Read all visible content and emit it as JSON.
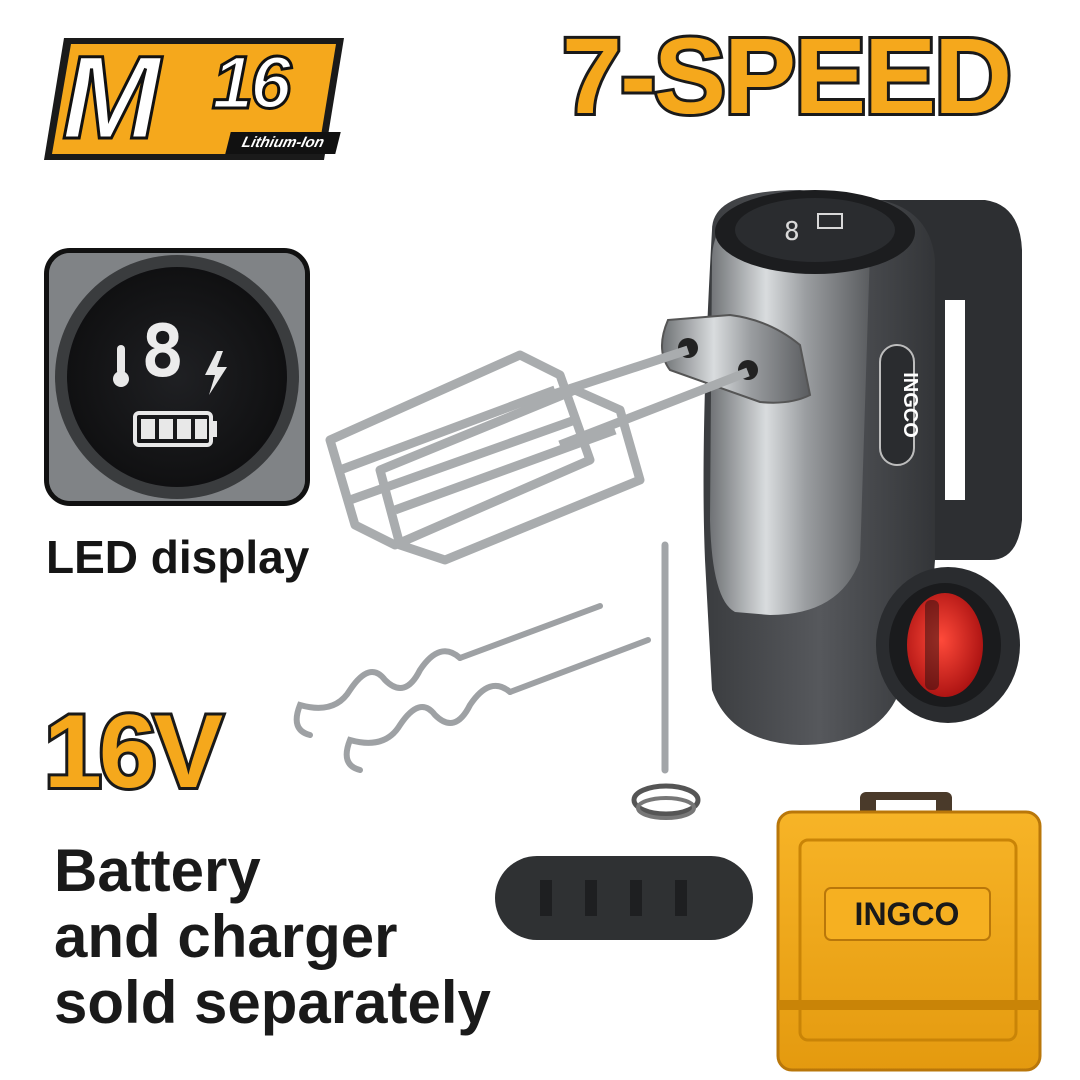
{
  "badge": {
    "series_letter": "M",
    "series_number": "16",
    "battery_type": "Lithium-Ion"
  },
  "headline": "7-SPEED",
  "voltage": "16V",
  "led": {
    "caption": "LED display",
    "digit": "8"
  },
  "note_lines": [
    "Battery",
    "and charger",
    "sold separately"
  ],
  "brand": "INGCO",
  "colors": {
    "accent_yellow": "#f5a81c",
    "case_yellow": "#f2a516",
    "body_gray": "#4a4c4f",
    "dial_red": "#d41e1e",
    "outline": "#1a1a1a"
  }
}
